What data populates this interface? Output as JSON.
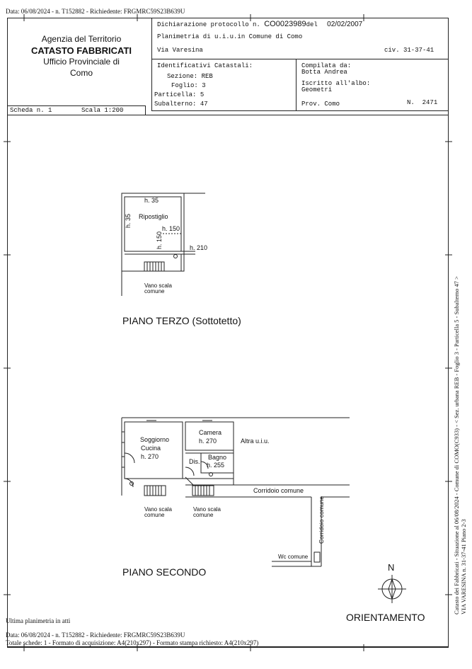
{
  "top_line": "Data: 06/08/2024 - n. T152882 - Richiedente: FRGMRC59S23B639U",
  "agency": {
    "line1": "Agenzia del Territorio",
    "line2": "CATASTO FABBRICATI",
    "line3": "Ufficio Provinciale di",
    "line4": "Como"
  },
  "declaration": {
    "protocol_label": "Dichiarazione protocollo n.",
    "protocol_number": "CO0023989",
    "date_label": "del",
    "date": "02/02/2007",
    "description": "Planimetria di u.i.u.in Comune di Como",
    "street": "Via Varesina",
    "civ": "civ. 31-37-41"
  },
  "identifiers": {
    "title": "Identificativi Catastali:",
    "sezione_label": "Sezione:",
    "sezione": "REB",
    "foglio_label": "Foglio:",
    "foglio": "3",
    "particella_label": "Particella:",
    "particella": "5",
    "subalterno_label": "Subalterno:",
    "subalterno": "47"
  },
  "compiler": {
    "label": "Compilata da:",
    "name": "Botta Andrea",
    "albo_label": "Iscritto all'albo:",
    "albo": "Geometri",
    "prov_label": "Prov. Como",
    "n_label": "N.",
    "n": "2471"
  },
  "scheda": "Scheda n. 1",
  "scala": "Scala 1:200",
  "plan_third": {
    "title": "PIANO TERZO (Sottotetto)",
    "h35_top": "h. 35",
    "h35_side": "h. 35",
    "ripostiglio": "Ripostiglio",
    "h150_a": "h. 150",
    "h150_b": "h. 150",
    "h210": "h. 210",
    "vano_scala_1": "Vano scala",
    "comune_1": "comune"
  },
  "plan_second": {
    "title": "PIANO SECONDO",
    "soggiorno": "Soggiorno",
    "cucina": "Cucina",
    "h270_a": "h. 270",
    "camera": "Camera",
    "h270_b": "h. 270",
    "altra": "Altra u.i.u.",
    "dis": "Dis.",
    "bagno": "Bagno",
    "h255": "h. 255",
    "corridoio": "Corridoio comune",
    "corridoio_v": "Corridoio comune",
    "vano_scala_2": "Vano scala",
    "comune_2": "comune",
    "vano_scala_3": "Vano scala",
    "comune_3": "comune",
    "wc": "Wc comune"
  },
  "orientation": {
    "north": "N",
    "label": "ORIENTAMENTO"
  },
  "side_text": {
    "line1": "Catasto dei Fabbricati - Situazione al 06/08/2024 - Comune di COMO(C933) - < Sez. urbana REB - Foglio 3 - Particella 5 - Subalterno 47 >",
    "line2": "VIA VARESINA n. 31-37-41 Piano 2-3"
  },
  "bottom": {
    "ultima": "Ultima planimetria in atti",
    "data_line": "Data: 06/08/2024 - n. T152882 - Richiedente: FRGMRC59S23B639U",
    "totale_line": "Totale schede: 1 - Formato di acquisizione: A4(210x297)  - Formato stampa richiesto: A4(210x297)"
  }
}
